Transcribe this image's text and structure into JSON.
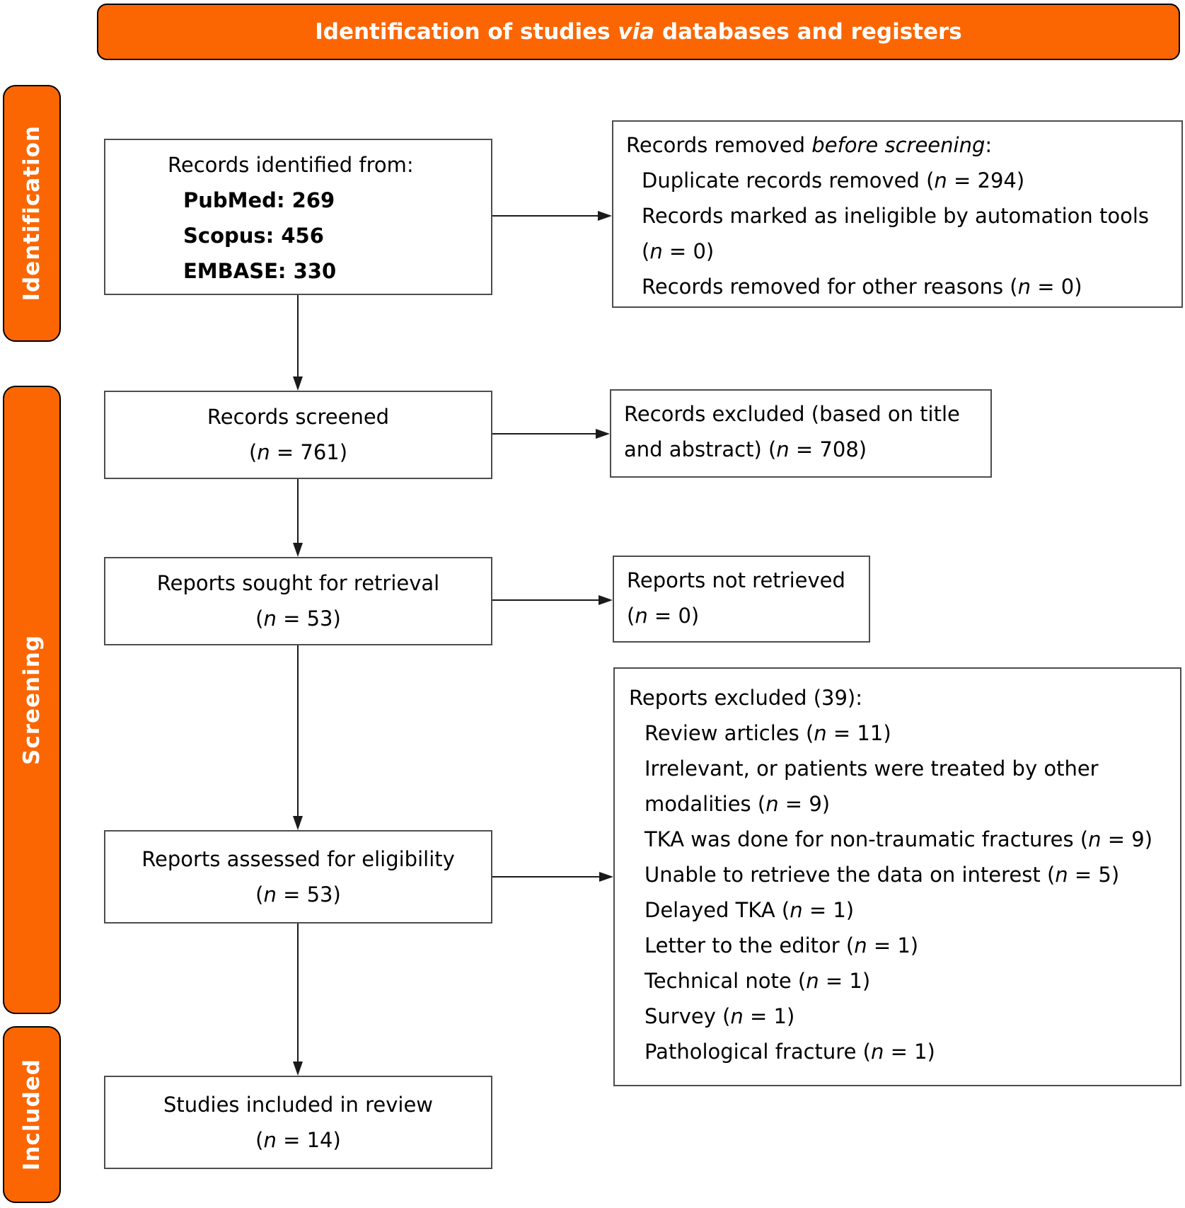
{
  "title_bar": {
    "lines": [
      {
        "indent": 0,
        "segs": [
          [
            "Identification of studies ",
            "b"
          ],
          [
            "via",
            "bi"
          ],
          [
            " databases and registers",
            "b"
          ]
        ]
      }
    ]
  },
  "sidebar": {
    "stages": [
      {
        "label": "Identification"
      },
      {
        "label": "Screening"
      },
      {
        "label": "Included"
      }
    ]
  },
  "colors": {
    "accent_orange": "#FC6602",
    "stage_text": "#ffffff",
    "box_border": "#4d4d4d",
    "shape_border": "#000000",
    "arrow": "#1a1a1a"
  },
  "boxes": {
    "records_identified": {
      "lines": [
        {
          "indent": 0,
          "segs": [
            [
              "Records identified from:",
              ""
            ]
          ]
        },
        {
          "indent": 1,
          "segs": [
            [
              "PubMed: 269",
              "b"
            ]
          ]
        },
        {
          "indent": 1,
          "segs": [
            [
              "Scopus: 456",
              "b"
            ]
          ]
        },
        {
          "indent": 1,
          "segs": [
            [
              "EMBASE: 330",
              "b"
            ]
          ]
        }
      ]
    },
    "records_removed": {
      "lines": [
        {
          "indent": 0,
          "segs": [
            [
              "Records removed ",
              ""
            ],
            [
              "before screening",
              "i"
            ],
            [
              ":",
              ""
            ]
          ]
        },
        {
          "indent": 1,
          "segs": [
            [
              "Duplicate records removed (",
              ""
            ],
            [
              "n",
              "i"
            ],
            [
              " = 294)",
              ""
            ]
          ]
        },
        {
          "indent": 1,
          "segs": [
            [
              "Records marked as ineligible by automation tools",
              ""
            ]
          ]
        },
        {
          "indent": 1,
          "segs": [
            [
              "(",
              ""
            ],
            [
              "n",
              "i"
            ],
            [
              " = 0)",
              ""
            ]
          ]
        },
        {
          "indent": 1,
          "segs": [
            [
              "Records removed for other reasons (",
              ""
            ],
            [
              "n",
              "i"
            ],
            [
              " = 0)",
              ""
            ]
          ]
        }
      ]
    },
    "records_screened": {
      "lines": [
        {
          "indent": 0,
          "segs": [
            [
              "Records screened",
              ""
            ]
          ]
        },
        {
          "indent": 0,
          "segs": [
            [
              "(",
              ""
            ],
            [
              "n",
              "i"
            ],
            [
              " = 761)",
              ""
            ]
          ]
        }
      ]
    },
    "records_excluded": {
      "lines": [
        {
          "indent": 0,
          "segs": [
            [
              "Records excluded (based on title",
              ""
            ]
          ]
        },
        {
          "indent": 0,
          "segs": [
            [
              "and abstract) (",
              ""
            ],
            [
              "n",
              "i"
            ],
            [
              " = 708)",
              ""
            ]
          ]
        }
      ]
    },
    "reports_sought": {
      "lines": [
        {
          "indent": 0,
          "segs": [
            [
              "Reports sought for retrieval",
              ""
            ]
          ]
        },
        {
          "indent": 0,
          "segs": [
            [
              "(",
              ""
            ],
            [
              "n",
              "i"
            ],
            [
              " = 53)",
              ""
            ]
          ]
        }
      ]
    },
    "reports_not_retrieved": {
      "lines": [
        {
          "indent": 0,
          "segs": [
            [
              "Reports not retrieved",
              ""
            ]
          ]
        },
        {
          "indent": 0,
          "segs": [
            [
              "(",
              ""
            ],
            [
              "n",
              "i"
            ],
            [
              " = 0)",
              ""
            ]
          ]
        }
      ]
    },
    "reports_assessed": {
      "lines": [
        {
          "indent": 0,
          "segs": [
            [
              "Reports assessed for eligibility",
              ""
            ]
          ]
        },
        {
          "indent": 0,
          "segs": [
            [
              "(",
              ""
            ],
            [
              "n",
              "i"
            ],
            [
              " = 53)",
              ""
            ]
          ]
        }
      ]
    },
    "reports_excluded": {
      "lines": [
        {
          "indent": 0,
          "segs": [
            [
              "Reports excluded (39):",
              ""
            ]
          ]
        },
        {
          "indent": 1,
          "segs": [
            [
              "Review articles (",
              ""
            ],
            [
              "n",
              "i"
            ],
            [
              " = 11)",
              ""
            ]
          ]
        },
        {
          "indent": 1,
          "segs": [
            [
              "Irrelevant, or patients were treated by other",
              ""
            ]
          ]
        },
        {
          "indent": 1,
          "segs": [
            [
              "modalities (",
              ""
            ],
            [
              "n",
              "i"
            ],
            [
              " = 9)",
              ""
            ]
          ]
        },
        {
          "indent": 1,
          "segs": [
            [
              "TKA was done for non-traumatic fractures (",
              ""
            ],
            [
              "n",
              "i"
            ],
            [
              " = 9)",
              ""
            ]
          ]
        },
        {
          "indent": 1,
          "segs": [
            [
              "Unable to retrieve the data on interest (",
              ""
            ],
            [
              "n",
              "i"
            ],
            [
              " = 5)",
              ""
            ]
          ]
        },
        {
          "indent": 1,
          "segs": [
            [
              "Delayed TKA (",
              ""
            ],
            [
              "n",
              "i"
            ],
            [
              " = 1)",
              ""
            ]
          ]
        },
        {
          "indent": 1,
          "segs": [
            [
              "Letter to the editor (",
              ""
            ],
            [
              "n",
              "i"
            ],
            [
              " = 1)",
              ""
            ]
          ]
        },
        {
          "indent": 1,
          "segs": [
            [
              "Technical note (",
              ""
            ],
            [
              "n",
              "i"
            ],
            [
              " = 1)",
              ""
            ]
          ]
        },
        {
          "indent": 1,
          "segs": [
            [
              "Survey (",
              ""
            ],
            [
              "n",
              "i"
            ],
            [
              " = 1)",
              ""
            ]
          ]
        },
        {
          "indent": 1,
          "segs": [
            [
              "Pathological fracture (",
              ""
            ],
            [
              "n",
              "i"
            ],
            [
              " = 1)",
              ""
            ]
          ]
        }
      ]
    },
    "studies_included": {
      "lines": [
        {
          "indent": 0,
          "segs": [
            [
              "Studies included in review",
              ""
            ]
          ]
        },
        {
          "indent": 0,
          "segs": [
            [
              "(",
              ""
            ],
            [
              "n",
              "i"
            ],
            [
              " = 14)",
              ""
            ]
          ]
        }
      ]
    }
  }
}
